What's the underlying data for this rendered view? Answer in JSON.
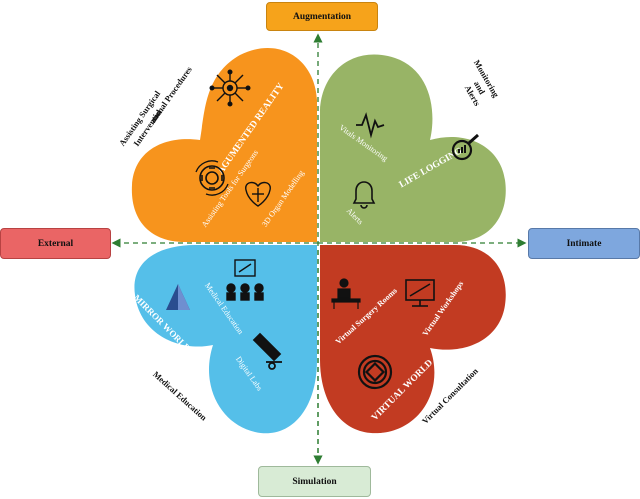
{
  "axes": {
    "top": "Augmentation",
    "left": "External",
    "right": "Intimate",
    "bottom": "Simulation"
  },
  "colors": {
    "augmented": "#f7941d",
    "lifelogging": "#98b466",
    "mirror": "#55bfe9",
    "virtual": "#c23b22"
  },
  "quadrants": {
    "augmented_reality": {
      "title": "AGUMENTED REALITY",
      "outer_label_lines": [
        "Assisting Surgical",
        "and",
        "Interventional Procedures"
      ],
      "items": [
        "Assisting Tools for Surgeons",
        "3D Organ Modelling"
      ],
      "icons": [
        "circuit-eye-icon",
        "gear-cycle-icon",
        "organ-model-icon"
      ]
    },
    "life_logging": {
      "title": "LIFE LOGGING",
      "outer_label_lines": [
        "Monitoring",
        "and",
        "Alerts"
      ],
      "items": [
        "Vitals Monitoring",
        "Alerts"
      ],
      "icons": [
        "pulse-icon",
        "magnifier-chart-icon",
        "bell-icon"
      ]
    },
    "mirror_world": {
      "title": "MIRROR WORLD",
      "outer_label_lines": [
        "Medical Education"
      ],
      "items": [
        "Medical Education",
        "Digital Labs"
      ],
      "icons": [
        "presentation-icon",
        "pyramid-logo-icon",
        "microscope-icon"
      ]
    },
    "virtual_world": {
      "title": "VIRTUAL WORLD",
      "outer_label_lines": [
        "Virtual Consultation"
      ],
      "items": [
        "Virtual Surgery Rooms",
        "Virtual Workshops"
      ],
      "icons": [
        "surgery-icon",
        "workshop-screen-icon",
        "metaverse-ring-icon"
      ]
    }
  }
}
